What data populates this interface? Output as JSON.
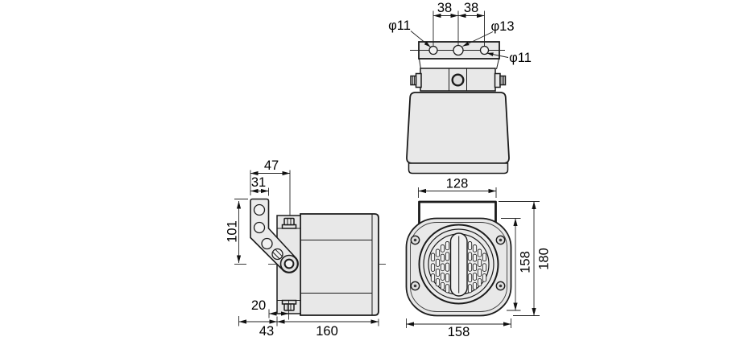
{
  "colors": {
    "line": "#1b1b1b",
    "fill": "#e8e8e8",
    "background": "#ffffff"
  },
  "views": {
    "top_view": {
      "dimensions": {
        "hole_pitch_left": "38",
        "hole_pitch_right": "38"
      },
      "hole_labels": {
        "left": "φ11",
        "center": "φ13",
        "right": "φ11"
      }
    },
    "side_view": {
      "dimensions": {
        "bracket_top_depth": "47",
        "bracket_width": "31",
        "bracket_height": "101",
        "bolt_offset": "20",
        "rear_clearance": "43",
        "body_length": "160"
      }
    },
    "front_view": {
      "dimensions": {
        "bracket_span": "128",
        "face_height": "158",
        "overall_height": "180",
        "face_width": "158"
      }
    }
  }
}
